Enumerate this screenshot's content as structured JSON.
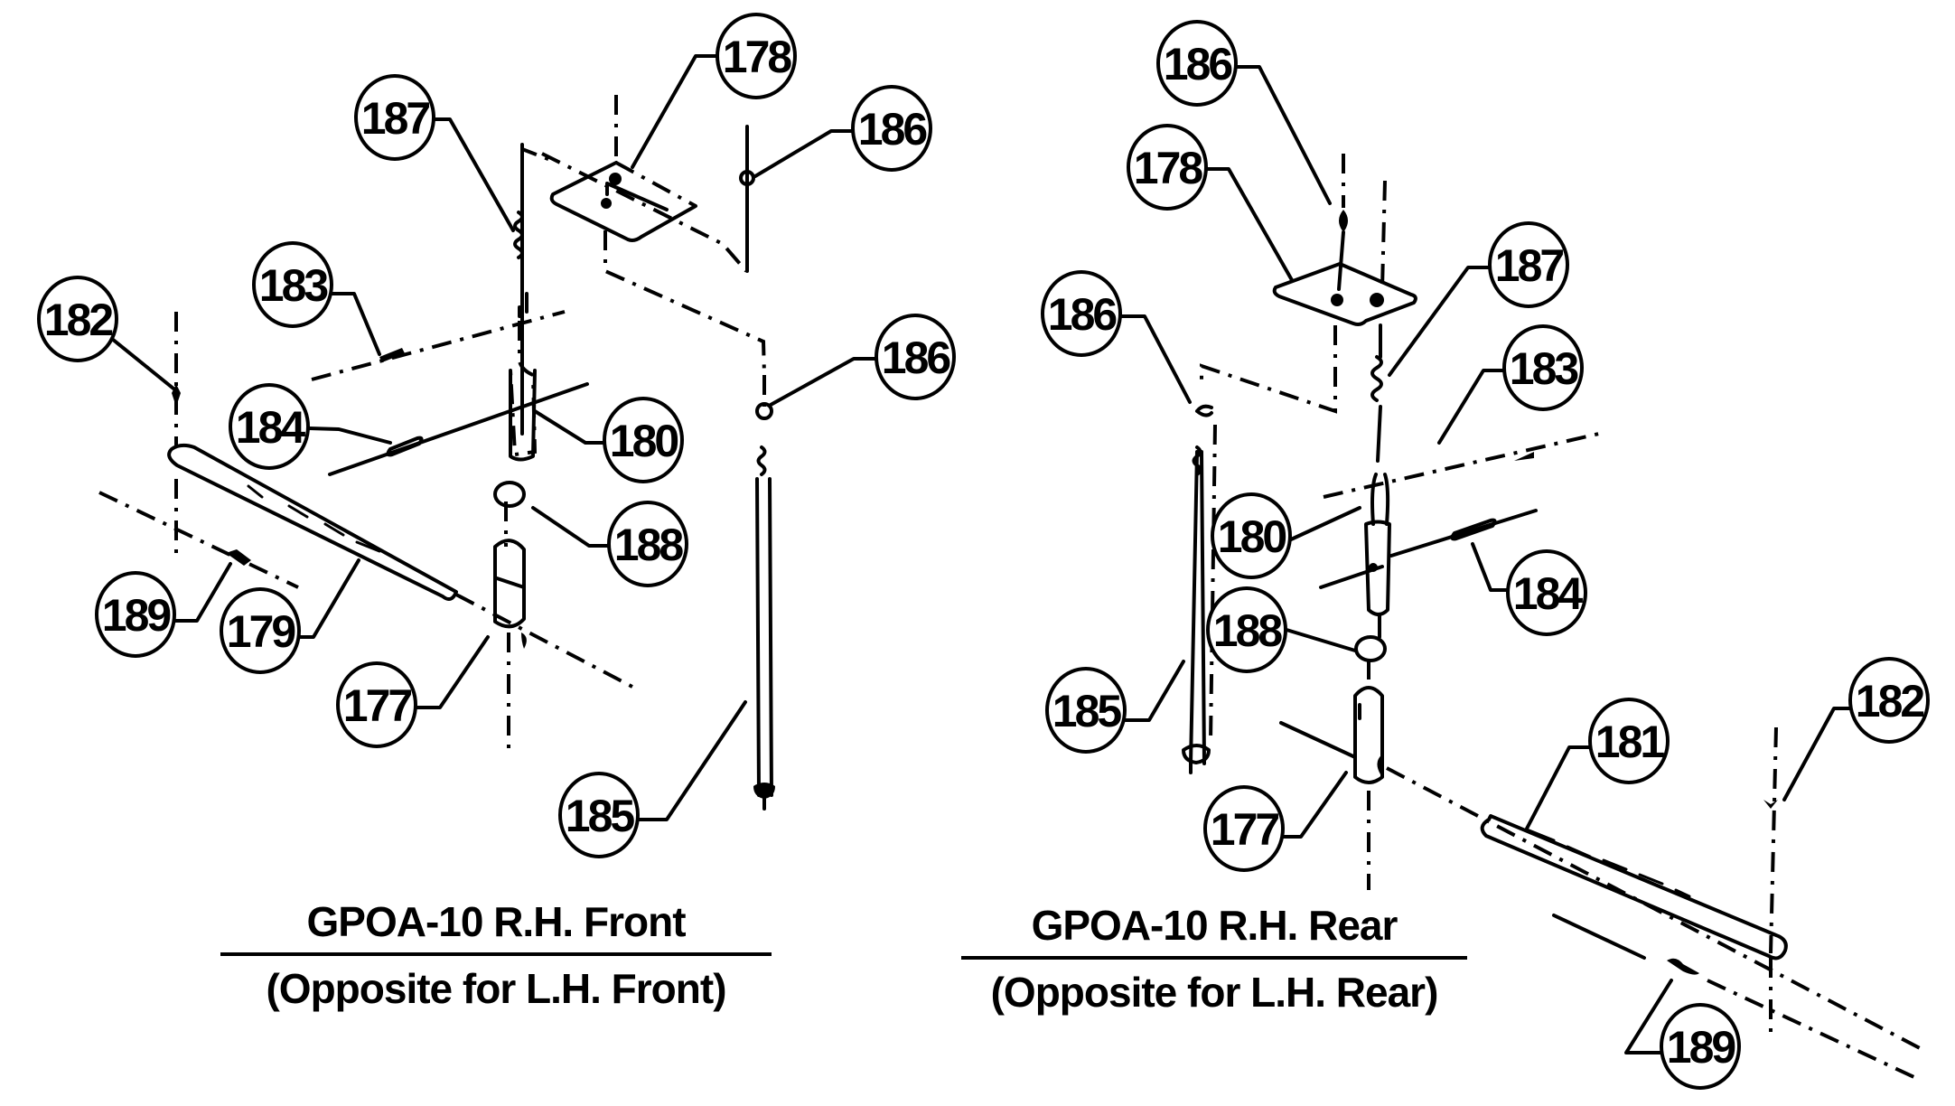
{
  "diagram": {
    "type": "exploded-parts-diagram",
    "assemblies": [
      {
        "id": "front",
        "title": "GPOA-10 R.H. Front",
        "subtitle": "(Opposite for L.H. Front)",
        "callouts": [
          {
            "id": "f187",
            "label": "187"
          },
          {
            "id": "f178",
            "label": "178"
          },
          {
            "id": "f186a",
            "label": "186"
          },
          {
            "id": "f186b",
            "label": "186"
          },
          {
            "id": "f183",
            "label": "183"
          },
          {
            "id": "f182",
            "label": "182"
          },
          {
            "id": "f184",
            "label": "184"
          },
          {
            "id": "f180",
            "label": "180"
          },
          {
            "id": "f188",
            "label": "188"
          },
          {
            "id": "f189",
            "label": "189"
          },
          {
            "id": "f179",
            "label": "179"
          },
          {
            "id": "f177",
            "label": "177"
          },
          {
            "id": "f185",
            "label": "185"
          }
        ]
      },
      {
        "id": "rear",
        "title": "GPOA-10 R.H. Rear",
        "subtitle": "(Opposite for L.H. Rear)",
        "callouts": [
          {
            "id": "r186a",
            "label": "186"
          },
          {
            "id": "r178",
            "label": "178"
          },
          {
            "id": "r187",
            "label": "187"
          },
          {
            "id": "r186b",
            "label": "186"
          },
          {
            "id": "r183",
            "label": "183"
          },
          {
            "id": "r180",
            "label": "180"
          },
          {
            "id": "r184",
            "label": "184"
          },
          {
            "id": "r188",
            "label": "188"
          },
          {
            "id": "r185",
            "label": "185"
          },
          {
            "id": "r181",
            "label": "181"
          },
          {
            "id": "r182",
            "label": "182"
          },
          {
            "id": "r177",
            "label": "177"
          },
          {
            "id": "r189",
            "label": "189"
          }
        ]
      }
    ]
  }
}
